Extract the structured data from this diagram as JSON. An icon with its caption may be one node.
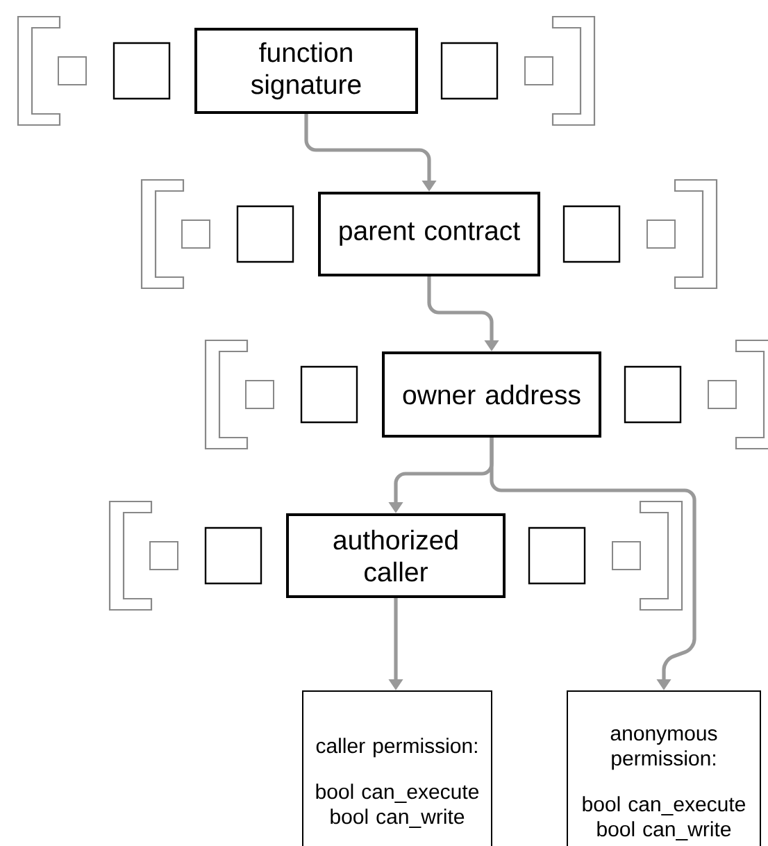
{
  "diagram": {
    "nodes": [
      {
        "text": [],
        "shape": "bracket"
      },
      {
        "text": [],
        "shape": "box"
      },
      {
        "text": [],
        "shape": "box"
      },
      {
        "text": [
          "function signature"
        ]
      },
      {
        "text": [],
        "shape": "box"
      },
      {
        "text": [],
        "shape": "box"
      },
      {
        "text": [],
        "shape": "bracket"
      },
      {
        "text": [],
        "shape": "bracket"
      },
      {
        "text": [],
        "shape": "box"
      },
      {
        "text": [],
        "shape": "box"
      },
      {
        "text": [
          "parent contract"
        ]
      },
      {
        "text": [],
        "shape": "box"
      },
      {
        "text": [],
        "shape": "box"
      },
      {
        "text": [],
        "shape": "bracket"
      },
      {
        "text": [],
        "shape": "bracket"
      },
      {
        "text": [],
        "shape": "box"
      },
      {
        "text": [],
        "shape": "box"
      },
      {
        "text": [
          "owner address"
        ]
      },
      {
        "text": [],
        "shape": "box"
      },
      {
        "text": [],
        "shape": "box"
      },
      {
        "text": [],
        "shape": "bracket"
      },
      {
        "text": [],
        "shape": "bracket"
      },
      {
        "text": [],
        "shape": "box"
      },
      {
        "text": [],
        "shape": "box"
      },
      {
        "text": [
          "authorized caller"
        ]
      },
      {
        "text": [],
        "shape": "box"
      },
      {
        "text": [],
        "shape": "box"
      },
      {
        "text": [],
        "shape": "bracket"
      },
      {
        "text": [
          "caller permission:",
          "bool can_execute bool can_write"
        ]
      },
      {
        "text": [
          "anonymous permission:",
          "bool can_execute bool can_write"
        ]
      }
    ],
    "edges": [
      {
        "from": 3,
        "to": 10,
        "arrow": "to"
      },
      {
        "from": 10,
        "to": 17,
        "arrow": "to"
      },
      {
        "from": 17,
        "to": 24,
        "arrow": "to"
      },
      {
        "from": 17,
        "to": 29,
        "arrow": "to"
      },
      {
        "from": 24,
        "to": 28,
        "arrow": "to"
      }
    ]
  }
}
